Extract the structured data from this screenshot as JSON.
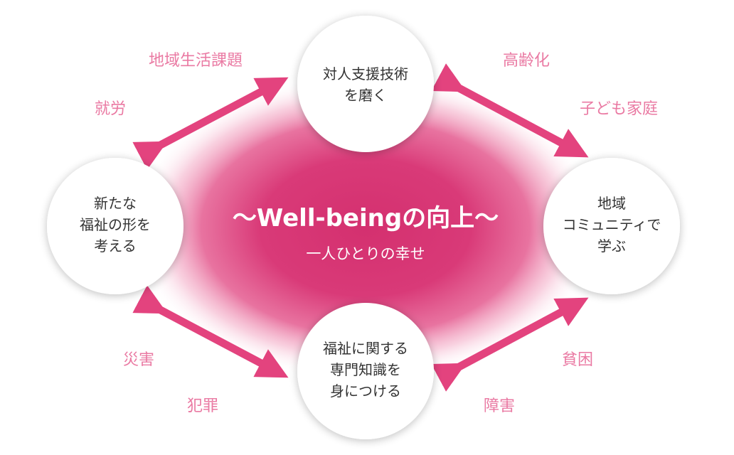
{
  "center": {
    "title": "～Well-beingの向上～",
    "subtitle": "一人ひとりの幸せ"
  },
  "nodes": {
    "top": [
      "対人支援技術",
      "を磨く"
    ],
    "left": [
      "新たな",
      "福祉の形を",
      "考える"
    ],
    "right": [
      "地域",
      "コミュニティで",
      "学ぶ"
    ],
    "bottom": [
      "福祉に関する",
      "専門知識を",
      "身につける"
    ]
  },
  "topics": {
    "community_issues": "地域生活課題",
    "employment": "就労",
    "elderly": "高齢化",
    "children_family": "子ども家庭",
    "disaster": "災害",
    "crime": "犯罪",
    "poverty": "貧困",
    "disability": "障害"
  },
  "colors": {
    "accent": "#e3437e",
    "topic_text": "#ea7aa3",
    "glow_core": "#d93a78",
    "circle_fill": "#ffffff",
    "circle_text": "#333333"
  }
}
